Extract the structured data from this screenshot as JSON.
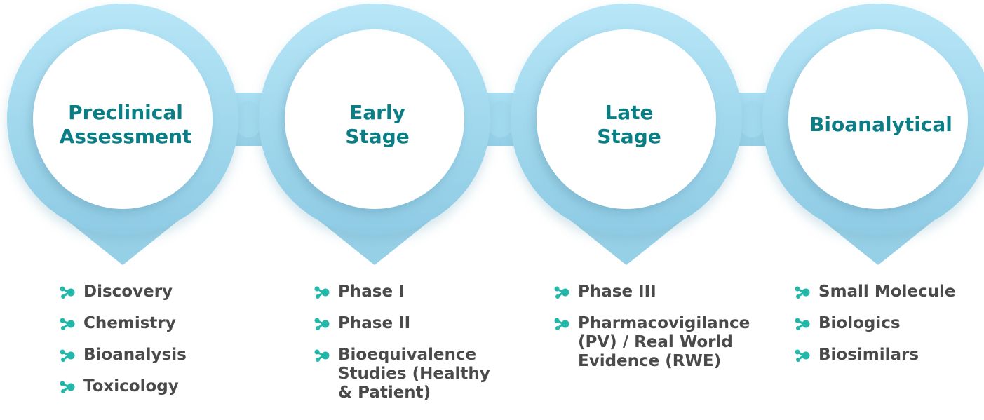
{
  "colors": {
    "bubble_light": "#b3e3f5",
    "bubble_dark": "#8fcde6",
    "title": "#0b7d84",
    "bullet_text": "#4a4a4a",
    "bullet_icon": "#22b7a8"
  },
  "bullet_icon_name": "molecule-icon",
  "stages": [
    {
      "title": "Preclinical\nAssessment",
      "items": [
        "Discovery",
        "Chemistry",
        "Bioanalysis",
        "Toxicology"
      ]
    },
    {
      "title": "Early\nStage",
      "items": [
        "Phase I",
        "Phase II",
        "Bioequivalence\nStudies (Healthy\n& Patient)"
      ]
    },
    {
      "title": "Late\nStage",
      "items": [
        "Phase III",
        "Pharmacovigilance\n(PV) / Real World\nEvidence (RWE)"
      ]
    },
    {
      "title": "Bioanalytical",
      "items": [
        "Small Molecule",
        "Biologics",
        "Biosimilars"
      ]
    }
  ]
}
